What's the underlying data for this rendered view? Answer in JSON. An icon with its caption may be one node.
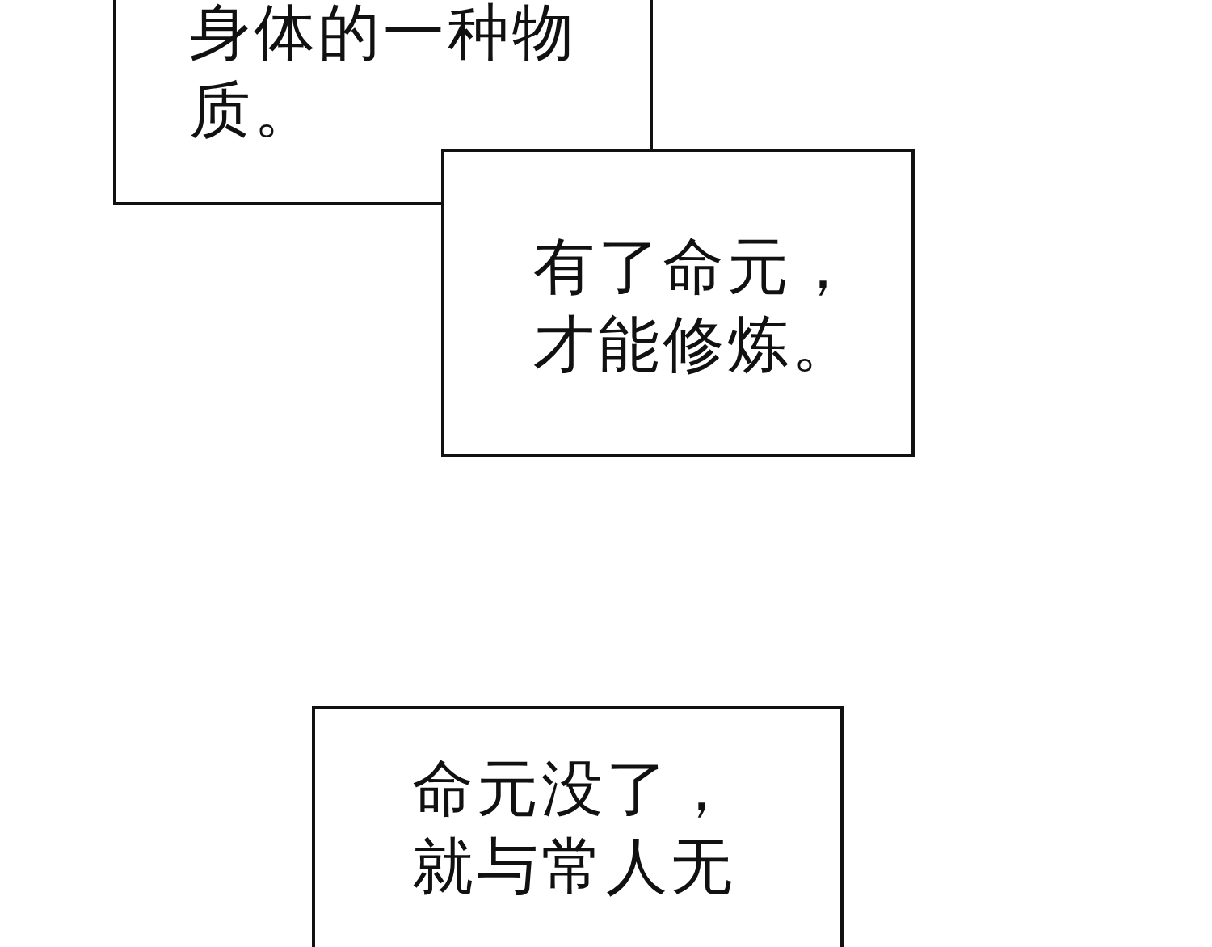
{
  "diagram": {
    "nodes": [
      {
        "text": [
          "身体的一种物质。"
        ]
      },
      {
        "text": [
          "有了命元，才能修炼。"
        ]
      },
      {
        "text": [
          "命元没了，就与常人无"
        ]
      }
    ]
  }
}
